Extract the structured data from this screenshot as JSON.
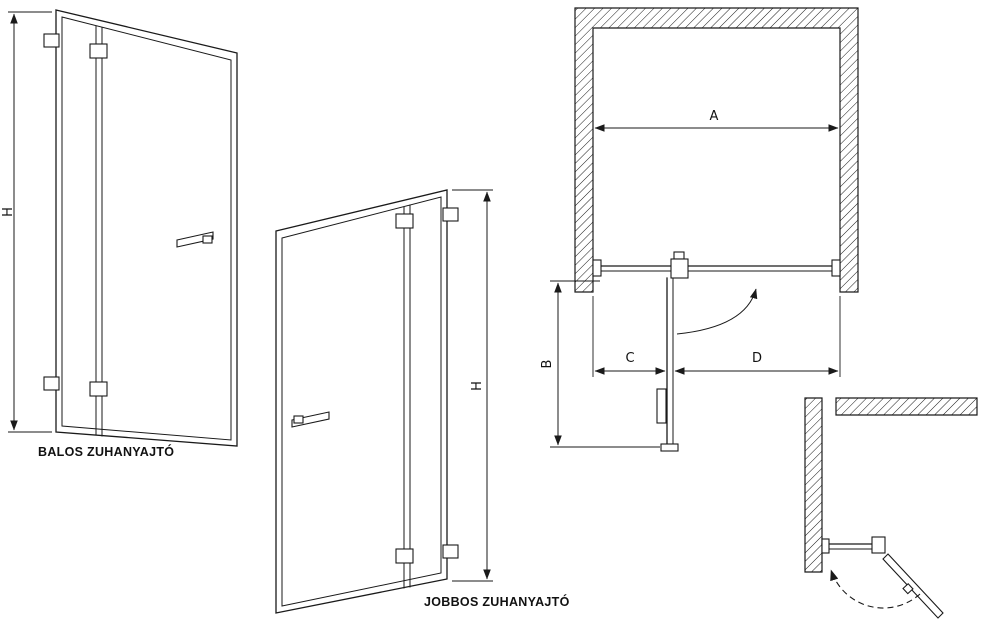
{
  "colors": {
    "background": "#ffffff",
    "line": "#1a1a1a"
  },
  "drawing": {
    "left_door": {
      "label": "BALOS ZUHANYAJTÓ",
      "height_label": "H"
    },
    "right_door": {
      "label": "JOBBOS ZUHANYAJTÓ",
      "height_label": "H"
    },
    "plan": {
      "width_label": "A",
      "depth_label": "B",
      "fixed_panel_label": "C",
      "door_width_label": "D"
    }
  }
}
